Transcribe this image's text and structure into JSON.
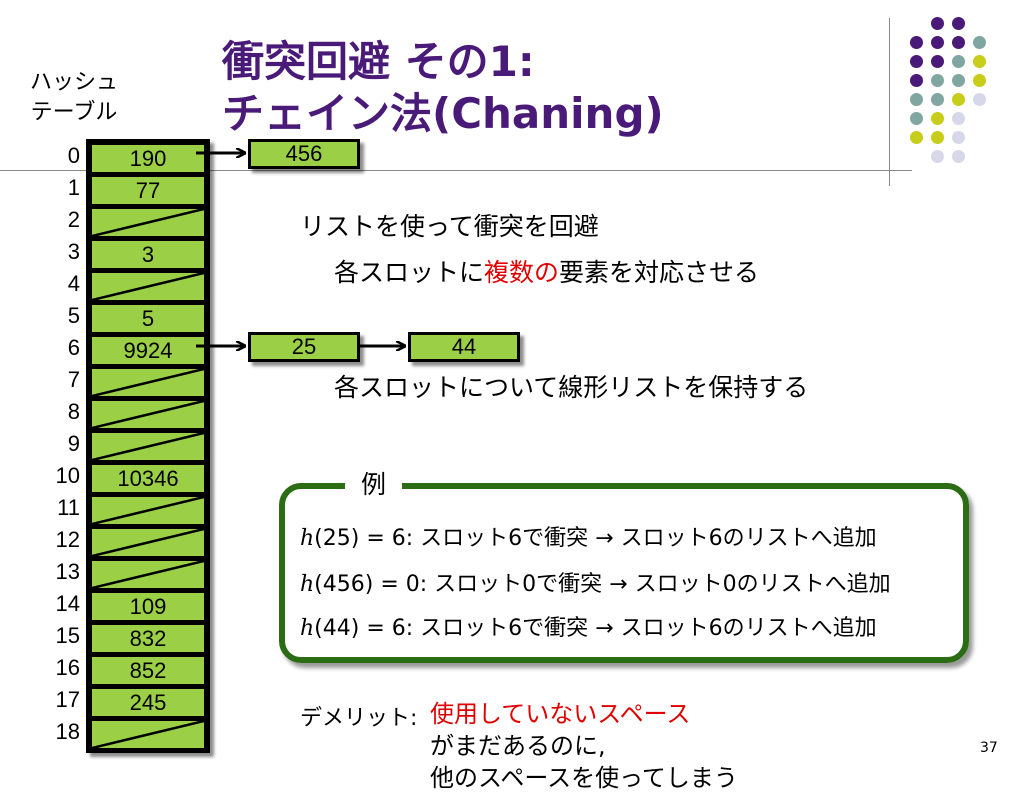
{
  "title": {
    "line1": "衝突回避 その1:",
    "line2": "チェイン法(Chaning)"
  },
  "hash_table": {
    "label_line1": "ハッシュ",
    "label_line2": "テーブル",
    "slots": [
      {
        "index": "0",
        "value": "190"
      },
      {
        "index": "1",
        "value": "77"
      },
      {
        "index": "2",
        "value": ""
      },
      {
        "index": "3",
        "value": "3"
      },
      {
        "index": "4",
        "value": ""
      },
      {
        "index": "5",
        "value": "5"
      },
      {
        "index": "6",
        "value": "9924"
      },
      {
        "index": "7",
        "value": ""
      },
      {
        "index": "8",
        "value": ""
      },
      {
        "index": "9",
        "value": ""
      },
      {
        "index": "10",
        "value": "10346"
      },
      {
        "index": "11",
        "value": ""
      },
      {
        "index": "12",
        "value": ""
      },
      {
        "index": "13",
        "value": ""
      },
      {
        "index": "14",
        "value": "109"
      },
      {
        "index": "15",
        "value": "832"
      },
      {
        "index": "16",
        "value": "852"
      },
      {
        "index": "17",
        "value": "245"
      },
      {
        "index": "18",
        "value": ""
      }
    ]
  },
  "chains": {
    "slot0": [
      "456"
    ],
    "slot6": [
      "25",
      "44"
    ]
  },
  "text": {
    "line1": "リストを使って衝突を回避",
    "line2_prefix": "各スロットに",
    "line2_highlight": "複数の",
    "line2_suffix": "要素を対応させる",
    "line3": "各スロットについて線形リストを保持する"
  },
  "example": {
    "title": "例",
    "lines": [
      {
        "h": "h",
        "rest": "(25) = 6: スロット6で衝突 → スロット6のリストへ追加"
      },
      {
        "h": "h",
        "rest": "(456) = 0: スロット0で衝突 → スロット0のリストへ追加"
      },
      {
        "h": "h",
        "rest": "(44) = 6: スロット6で衝突 → スロット6のリストへ追加"
      }
    ]
  },
  "demerit": {
    "label": "デメリット:",
    "highlight": "使用していないスペース",
    "line1_rest": "がまだあるのに,",
    "line2": "他のスペースを使ってしまう"
  },
  "page_number": "37",
  "colors": {
    "title": "#4a1a78",
    "cell_fill": "#9bd046",
    "highlight": "#e00000",
    "example_border": "#2b6d14",
    "dot_purple": "#4a1a78",
    "dot_teal": "#7fa6a0",
    "dot_yellow": "#c8cc1a",
    "dot_lavender": "#d7d7ea"
  }
}
